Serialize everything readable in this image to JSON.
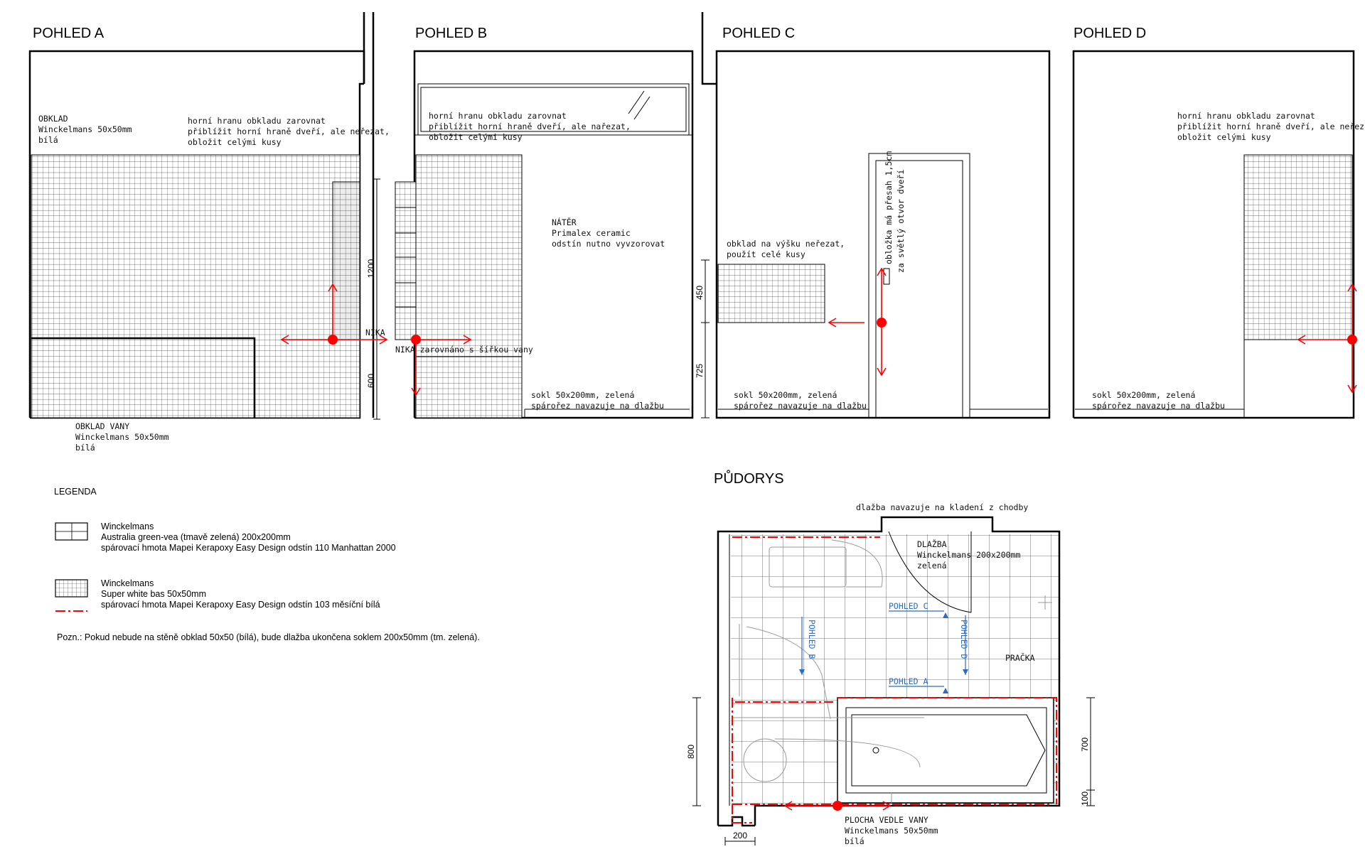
{
  "views": {
    "a": {
      "title": "POHLED A",
      "cladding_note": [
        "OBKLAD",
        "Winckelmans 50x50mm",
        "bílá"
      ],
      "top_edge_note": [
        "horní hranu obkladu zarovnat",
        "přiblížit horní hraně dveří, ale neřezat,",
        "obložit celými kusy"
      ],
      "niche_label": "NIKA",
      "dim_upper": "1200",
      "dim_lower": "600",
      "bath_note": [
        "OBKLAD VANY",
        "Winckelmans 50x50mm",
        "bílá"
      ]
    },
    "b": {
      "title": "POHLED B",
      "top_edge_note": [
        "horní hranu obkladu zarovnat",
        "přiblížit horní hraně dveří, ale nařezat,",
        "obložit celými kusy"
      ],
      "paint_note": [
        "NÁTĚR",
        "Primalex ceramic",
        "odstín nutno vyvzorovat"
      ],
      "niche_note": "NIKA zarovnáno s šířkou vany",
      "base_note": [
        "sokl 50x200mm, zelená",
        "spárořez navazuje na dlažbu"
      ]
    },
    "c": {
      "title": "POHLED C",
      "height_note": [
        "obklad na výšku neřezat,",
        "použít celé kusy"
      ],
      "door_note": [
        "obložka má přesah 1,5cm",
        "za světlý otvor dveří"
      ],
      "dim_upper": "450",
      "dim_lower": "725",
      "base_note": [
        "sokl 50x200mm, zelená",
        "spárořez navazuje na dlažbu"
      ]
    },
    "d": {
      "title": "POHLED D",
      "top_edge_note": [
        "horní hranu obkladu zarovnat",
        "přiblížit horní hraně dveří, ale neřezat,",
        "obložit celými kusy"
      ],
      "base_note": [
        "sokl 50x200mm, zelená",
        "spárořez navazuje na dlažbu"
      ]
    }
  },
  "legend": {
    "title": "LEGENDA",
    "items": [
      {
        "lines": [
          "Winckelmans",
          "Australia green-vea (tmavě zelená) 200x200mm",
          "spárovací hmota Mapei Kerapoxy Easy Design odstín 110 Manhattan 2000"
        ],
        "swatch": "large-tile"
      },
      {
        "lines": [
          "Winckelmans",
          "Super white bas 50x50mm",
          "spárovací hmota Mapei Kerapoxy Easy Design odstín 103 měsíční bílá"
        ],
        "swatch": "small-tile"
      }
    ],
    "footnote": "Pozn.: Pokud nebude na stěně obklad 50x50 (bílá), bude dlažba ukončena soklem 200x50mm (tm. zelená)."
  },
  "plan": {
    "title": "PŮDORYS",
    "corridor_note": "dlažba navazuje na kladení z chodby",
    "floor_note": [
      "DLAŽBA",
      "Winckelmans 200x200mm",
      "zelená"
    ],
    "view_markers": [
      "POHLED C",
      "POHLED B",
      "POHLED D",
      "POHLED A"
    ],
    "washer_label": "PRAČKA",
    "dim_left": "800",
    "dim_right_upper": "700",
    "dim_right_lower": "100",
    "dim_bottom": "200",
    "bath_surround_note": [
      "PLOCHA VEDLE VANY",
      "Winckelmans 50x50mm",
      "bílá"
    ]
  },
  "colors": {
    "accent_red": "#ff0000",
    "marker_blue": "#2a6cc7",
    "lines": "#000000"
  }
}
